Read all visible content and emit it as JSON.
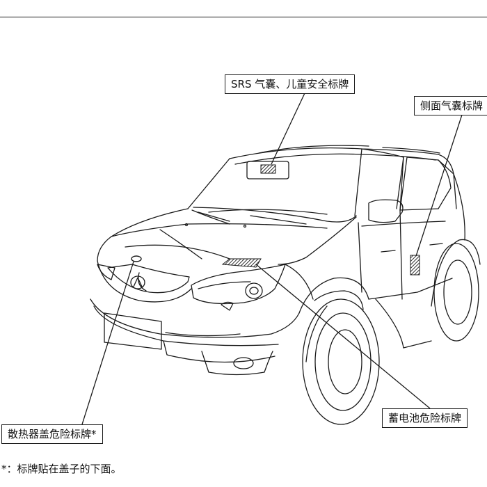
{
  "labels": {
    "srs_label": "SRS 气囊、儿童安全标牌",
    "side_airbag_label": "侧面气囊标牌",
    "radiator_cap_label": "散热器盖危险标牌*",
    "battery_label": "蓄电池危险标牌"
  },
  "footnote": "*：标牌贴在盖子的下面。",
  "colors": {
    "line": "#1a1a1a",
    "hatch": "#1a1a1a",
    "background": "#ffffff"
  }
}
